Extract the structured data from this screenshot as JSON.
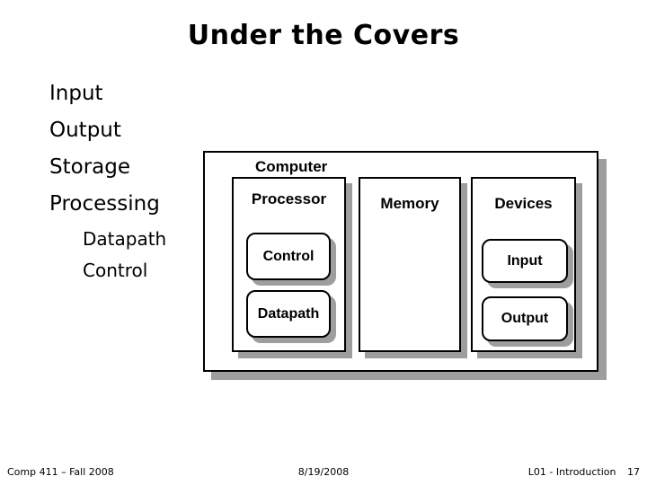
{
  "slide": {
    "title": "Under the Covers",
    "bullets": [
      {
        "label": "Input",
        "level": 1
      },
      {
        "label": "Output",
        "level": 1
      },
      {
        "label": "Storage",
        "level": 1
      },
      {
        "label": "Processing",
        "level": 1
      },
      {
        "label": "Datapath",
        "level": 2
      },
      {
        "label": "Control",
        "level": 2
      }
    ],
    "footer": {
      "left": "Comp 411 – Fall 2008",
      "center": "8/19/2008",
      "right": "L01 - Introduction",
      "page": "17"
    }
  },
  "diagram": {
    "computer_label": "Computer",
    "blocks": {
      "processor": {
        "label": "Processor",
        "children": [
          "Control",
          "Datapath"
        ]
      },
      "memory": {
        "label": "Memory"
      },
      "devices": {
        "label": "Devices",
        "children": [
          "Input",
          "Output"
        ]
      }
    },
    "colors": {
      "background": "#ffffff",
      "border": "#000000",
      "text": "#000000",
      "shadow": "#9e9e9e"
    }
  }
}
